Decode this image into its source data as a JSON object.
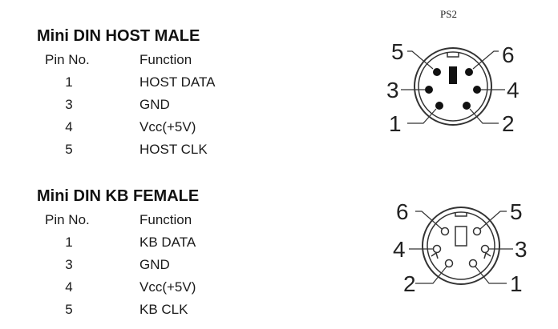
{
  "caption": "PS2",
  "tables": [
    {
      "title": "Mini DIN HOST MALE",
      "header": {
        "pin": "Pin No.",
        "function": "Function"
      },
      "rows": [
        {
          "pin": "1",
          "function": "HOST DATA"
        },
        {
          "pin": "3",
          "function": "GND"
        },
        {
          "pin": "4",
          "function": "Vcc(+5V)"
        },
        {
          "pin": "5",
          "function": "HOST CLK"
        }
      ]
    },
    {
      "title": "Mini DIN KB FEMALE",
      "header": {
        "pin": "Pin No.",
        "function": "Function"
      },
      "rows": [
        {
          "pin": "1",
          "function": "KB DATA"
        },
        {
          "pin": "3",
          "function": "GND"
        },
        {
          "pin": "4",
          "function": "Vcc(+5V)"
        },
        {
          "pin": "5",
          "function": "KB CLK"
        }
      ]
    }
  ],
  "connectors": [
    {
      "labels": [
        "5",
        "6",
        "3",
        "4",
        "1",
        "2"
      ]
    },
    {
      "labels": [
        "6",
        "5",
        "4",
        "3",
        "2",
        "1"
      ]
    }
  ]
}
